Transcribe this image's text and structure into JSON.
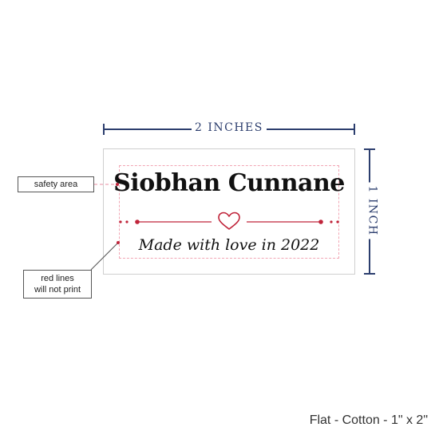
{
  "dimensions": {
    "width_label": "2 INCHES",
    "height_label": "1 INCH"
  },
  "label": {
    "name": "Siobhan Cunnane",
    "tagline": "Made with love in 2022"
  },
  "callouts": {
    "safety_area": "safety area",
    "red_lines_line1": "red lines",
    "red_lines_line2": "will not print"
  },
  "footer": {
    "product": "Flat - Cotton - 1\" x 2\""
  },
  "colors": {
    "dimension": "#2c3e6e",
    "accent_red": "#c0243a",
    "safety_dash": "#f2a6b4"
  },
  "icons": {
    "divider_center": "heart-icon"
  }
}
